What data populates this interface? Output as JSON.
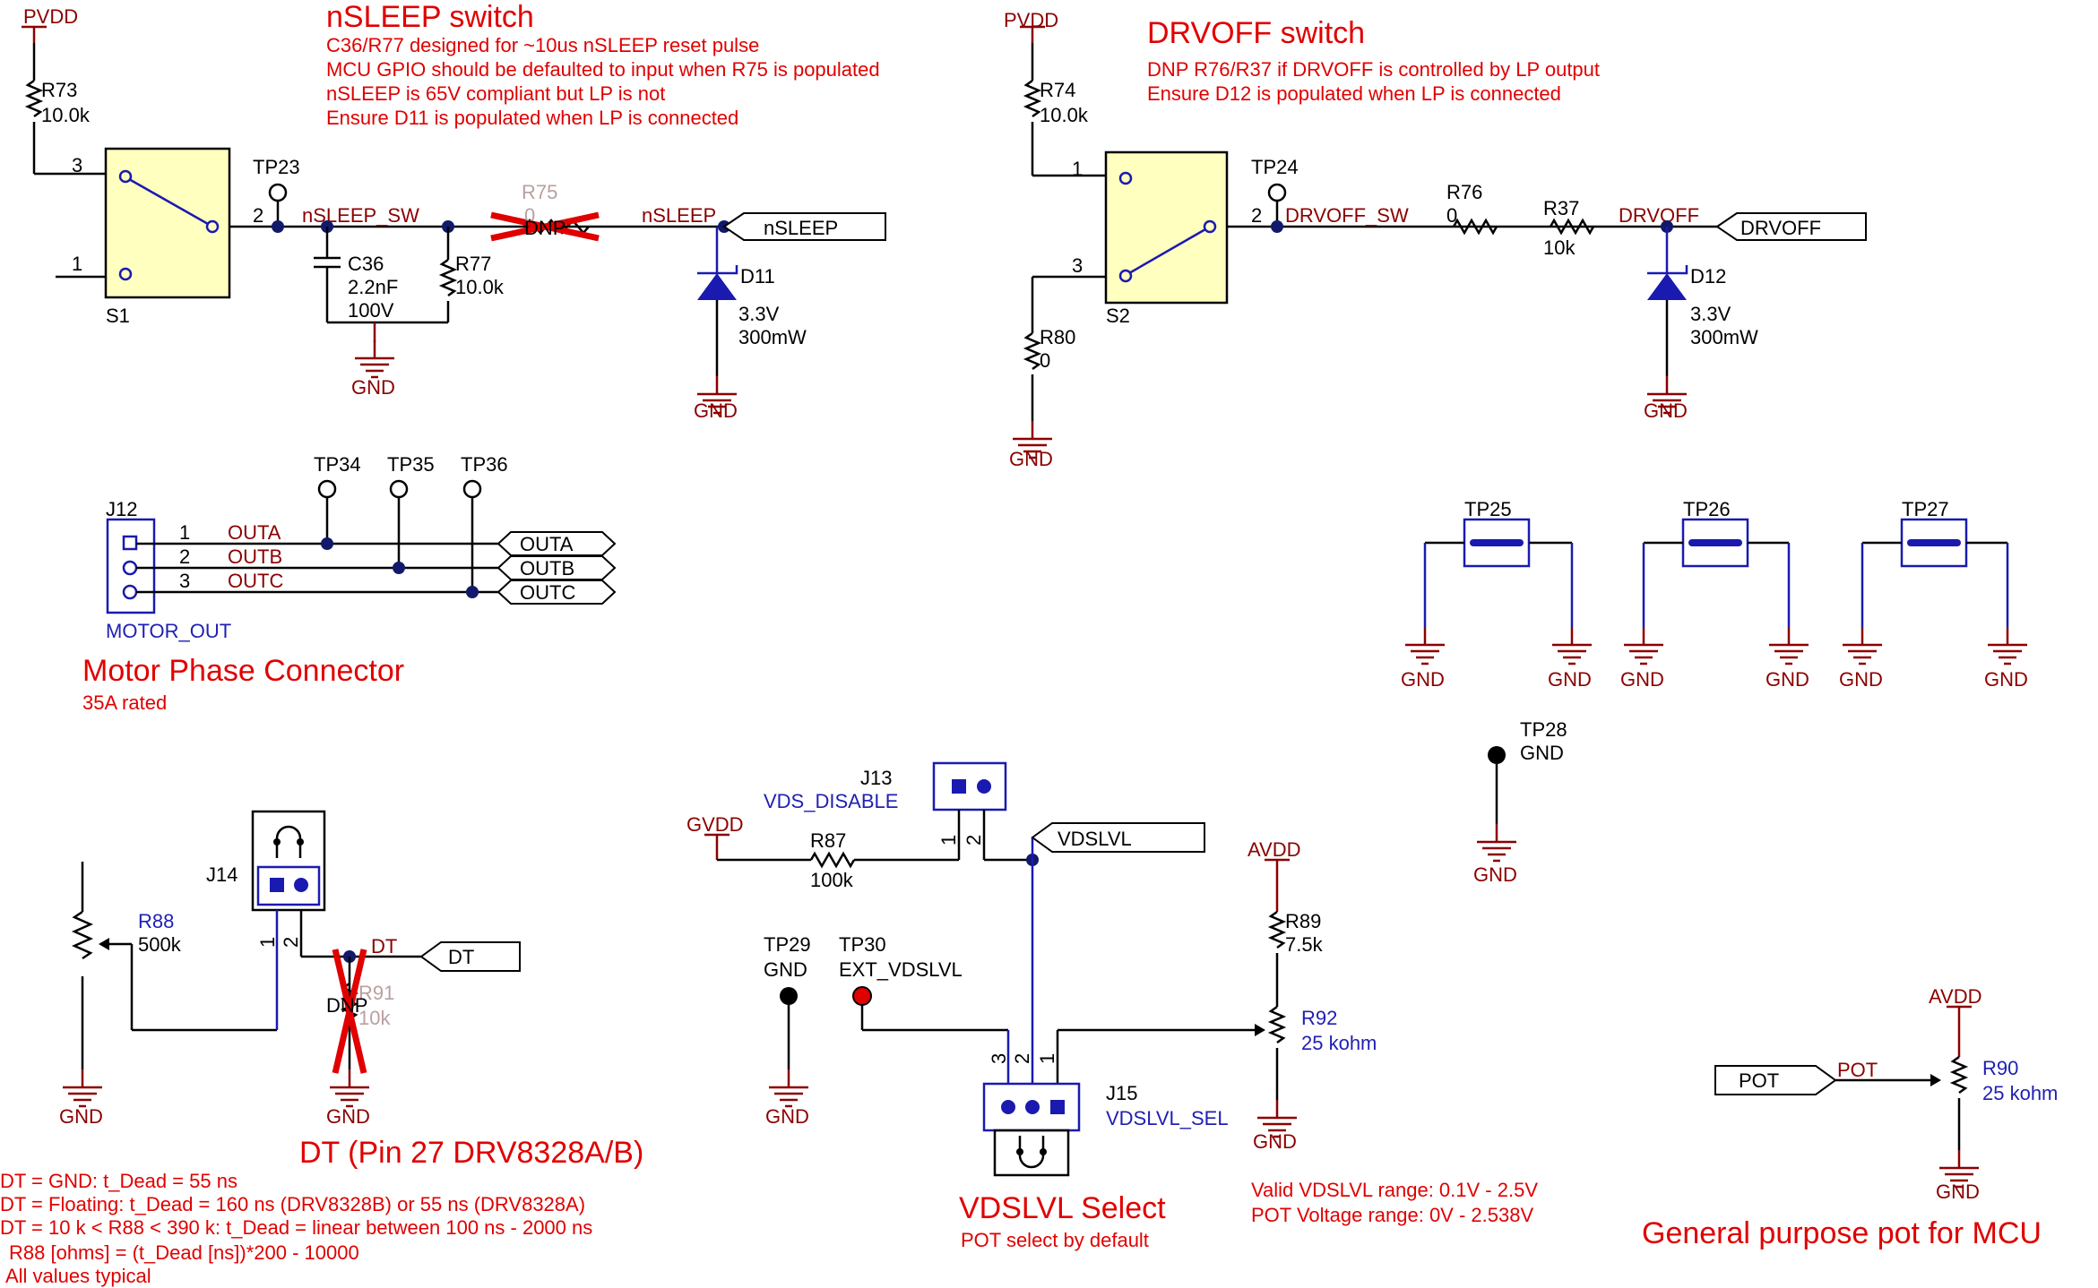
{
  "sections": {
    "nsleep": {
      "title": "nSLEEP switch",
      "notes": [
        "C36/R77 designed for ~10us nSLEEP reset pulse",
        "MCU GPIO should be defaulted to input when R75 is populated",
        "nSLEEP is 65V compliant but LP is not",
        "Ensure D11 is populated when LP is connected"
      ]
    },
    "drvoff": {
      "title": "DRVOFF switch",
      "notes": [
        "DNP R76/R37 if DRVOFF is controlled by LP output",
        "Ensure D12 is populated when LP is connected"
      ]
    },
    "motor": {
      "title": "Motor Phase Connector",
      "subtitle": "35A rated"
    },
    "dt": {
      "title": "DT (Pin 27 DRV8328A/B)",
      "notes": [
        "DT = GND: t_Dead = 55 ns",
        "DT = Floating: t_Dead = 160 ns (DRV8328B) or 55 ns (DRV8328A)",
        "DT = 10 k < R88 < 390 k: t_Dead = linear between 100 ns - 2000 ns",
        "R88 [ohms] = (t_Dead  [ns])*200 - 10000",
        "All values typical"
      ]
    },
    "vdslvl": {
      "title": "VDSLVL Select",
      "subtitle": "POT select by default",
      "notes": [
        "Valid VDSLVL range: 0.1V - 2.5V",
        "POT Voltage range: 0V - 2.538V"
      ]
    },
    "pot": {
      "title": "General purpose pot for MCU"
    }
  },
  "labels": {
    "pvdd": "PVDD",
    "gnd": "GND",
    "gvdd": "GVDD",
    "avdd": "AVDD",
    "r73": "R73",
    "r73v": "10.0k",
    "r74": "R74",
    "r74v": "10.0k",
    "s1": "S1",
    "s2": "S2",
    "tp23": "TP23",
    "tp24": "TP24",
    "nsleep_sw": "nSLEEP_SW",
    "drvoff_sw": "DRVOFF_SW",
    "c36": "C36",
    "c36v1": "2.2nF",
    "c36v2": "100V",
    "r77": "R77",
    "r77v": "10.0k",
    "r75": "R75",
    "r75v": "0",
    "dnp": "DNP",
    "nsleep_net": "nSLEEP",
    "nsleep_port": "nSLEEP",
    "d11": "D11",
    "d12": "D12",
    "dv1": "3.3V",
    "dv2": "300mW",
    "r76": "R76",
    "r76v": "0",
    "r37": "R37",
    "r37v": "10k",
    "drvoff_net": "DRVOFF",
    "drvoff_port": "DRVOFF",
    "r80": "R80",
    "r80v": "0",
    "pin1": "1",
    "pin2": "2",
    "pin3": "3",
    "tp34": "TP34",
    "tp35": "TP35",
    "tp36": "TP36",
    "j12": "J12",
    "motor_out": "MOTOR_OUT",
    "outa": "OUTA",
    "outb": "OUTB",
    "outc": "OUTC",
    "tp25": "TP25",
    "tp26": "TP26",
    "tp27": "TP27",
    "tp28": "TP28",
    "j14": "J14",
    "r88": "R88",
    "r88v": "500k",
    "dt_net": "DT",
    "dt_port": "DT",
    "r91": "R91",
    "r91v": "10k",
    "j13": "J13",
    "vds_disable": "VDS_DISABLE",
    "r87": "R87",
    "r87v": "100k",
    "vdslvl_port": "VDSLVL",
    "tp29": "TP29",
    "tp30": "TP30",
    "ext_vdslvl": "EXT_VDSLVL",
    "j15": "J15",
    "vdslvl_sel": "VDSLVL_SEL",
    "r89": "R89",
    "r89v": "7.5k",
    "r92": "R92",
    "r92v": "25 kohm",
    "r90": "R90",
    "r90v": "25 kohm",
    "pot_net": "POT",
    "pot_port": "POT"
  },
  "colors": {
    "wire_black": "#000000",
    "wire_blue": "#1a1ab0",
    "net_red": "#8b0000",
    "note_red": "#e00000",
    "junction": "#111a6a",
    "switch_fill": "#ffffc0"
  }
}
